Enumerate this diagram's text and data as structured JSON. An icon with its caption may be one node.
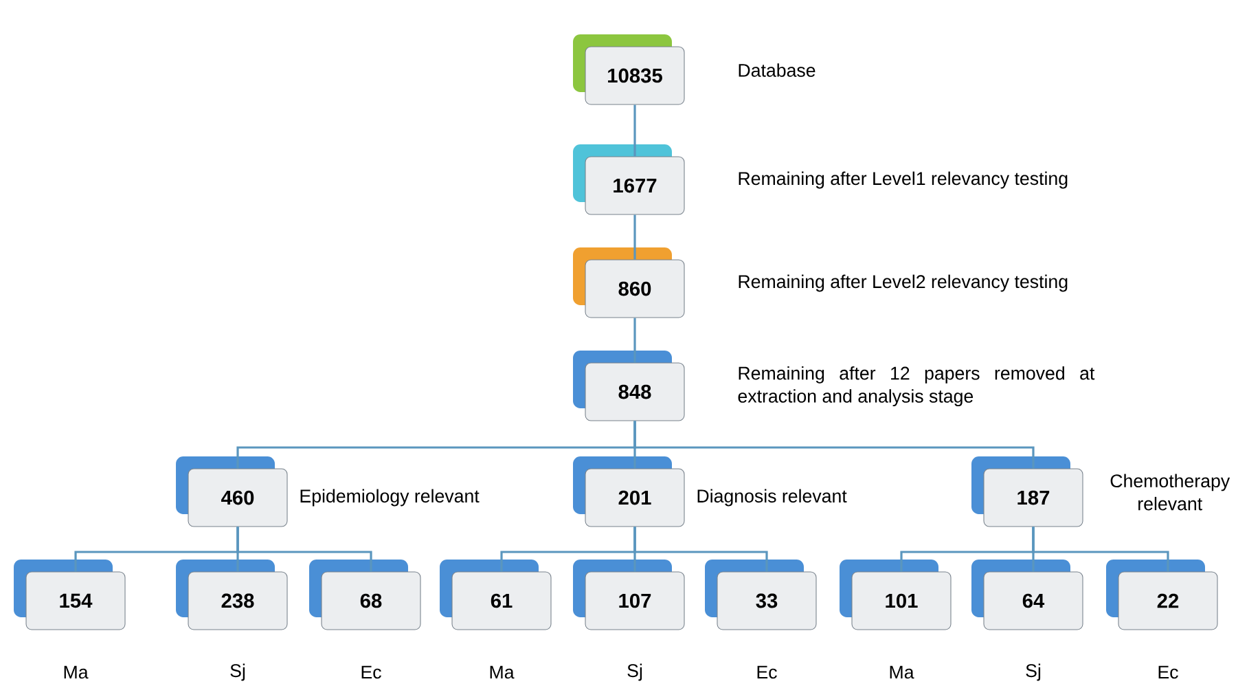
{
  "diagram": {
    "nodes": [
      {
        "text": [
          "10835"
        ],
        "beside": [
          "Database"
        ]
      },
      {
        "text": [
          "1677"
        ],
        "beside": [
          "Remaining after Level1 relevancy testing"
        ]
      },
      {
        "text": [
          "860"
        ],
        "beside": [
          "Remaining after Level2 relevancy testing"
        ]
      },
      {
        "text": [
          "848"
        ],
        "beside": [
          "Remaining after 12 papers removed at extraction and analysis stage"
        ]
      },
      {
        "text": [
          "460"
        ],
        "beside": [
          "Epidemiology relevant"
        ]
      },
      {
        "text": [
          "201"
        ],
        "beside": [
          "Diagnosis relevant"
        ]
      },
      {
        "text": [
          "187"
        ],
        "beside": [
          "Chemotherapy relevant"
        ]
      },
      {
        "text": [
          "154"
        ],
        "beside": [
          "Ma"
        ]
      },
      {
        "text": [
          "238"
        ],
        "beside": [
          "Sj"
        ]
      },
      {
        "text": [
          "68"
        ],
        "beside": [
          "Ec"
        ]
      },
      {
        "text": [
          "61"
        ],
        "beside": [
          "Ma"
        ]
      },
      {
        "text": [
          "107"
        ],
        "beside": [
          "Sj"
        ]
      },
      {
        "text": [
          "33"
        ],
        "beside": [
          "Ec"
        ]
      },
      {
        "text": [
          "101"
        ],
        "beside": [
          "Ma"
        ]
      },
      {
        "text": [
          "64"
        ],
        "beside": [
          "Sj"
        ]
      },
      {
        "text": [
          "22"
        ],
        "beside": [
          "Ec"
        ]
      }
    ],
    "edges": [
      {
        "from": 0,
        "to": 1,
        "arrow": "none"
      },
      {
        "from": 1,
        "to": 2,
        "arrow": "none"
      },
      {
        "from": 2,
        "to": 3,
        "arrow": "none"
      },
      {
        "from": 3,
        "to": 4,
        "arrow": "none"
      },
      {
        "from": 3,
        "to": 5,
        "arrow": "none"
      },
      {
        "from": 3,
        "to": 6,
        "arrow": "none"
      },
      {
        "from": 4,
        "to": 7,
        "arrow": "none"
      },
      {
        "from": 4,
        "to": 8,
        "arrow": "none"
      },
      {
        "from": 4,
        "to": 9,
        "arrow": "none"
      },
      {
        "from": 5,
        "to": 10,
        "arrow": "none"
      },
      {
        "from": 5,
        "to": 11,
        "arrow": "none"
      },
      {
        "from": 5,
        "to": 12,
        "arrow": "none"
      },
      {
        "from": 6,
        "to": 13,
        "arrow": "none"
      },
      {
        "from": 6,
        "to": 14,
        "arrow": "none"
      },
      {
        "from": 6,
        "to": 15,
        "arrow": "none"
      }
    ]
  }
}
